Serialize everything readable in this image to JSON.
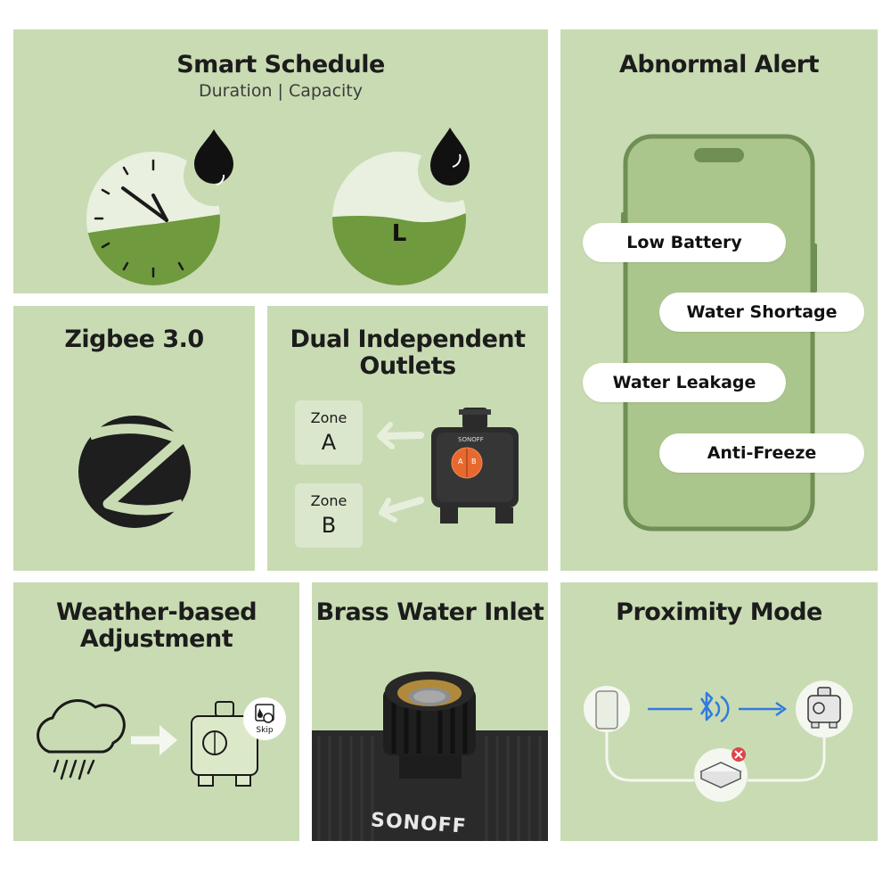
{
  "smart_schedule": {
    "title": "Smart Schedule",
    "subtitle": "Duration | Capacity",
    "capacity_letter": "L"
  },
  "abnormal_alert": {
    "title": "Abnormal Alert",
    "alerts": [
      "Low Battery",
      "Water Shortage",
      "Water Leakage",
      "Anti-Freeze"
    ]
  },
  "zigbee": {
    "title": "Zigbee 3.0"
  },
  "dual_outlets": {
    "title_line1": "Dual Independent",
    "title_line2": "Outlets",
    "zone_label": "Zone",
    "zone_a": "A",
    "zone_b": "B",
    "device_brand": "SONOFF",
    "button_a": "A",
    "button_b": "B"
  },
  "weather": {
    "title_line1": "Weather-based",
    "title_line2": "Adjustment",
    "skip_label": "Skip"
  },
  "brass": {
    "title": "Brass Water Inlet",
    "device_brand": "SONOFF"
  },
  "proximity": {
    "title": "Proximity Mode"
  },
  "colors": {
    "panel_bg": "#c9dbb3",
    "dark_green": "#6f8f55",
    "light_green": "#e9f0df",
    "accent_orange": "#e8692e",
    "bluetooth_blue": "#2f7be0"
  }
}
